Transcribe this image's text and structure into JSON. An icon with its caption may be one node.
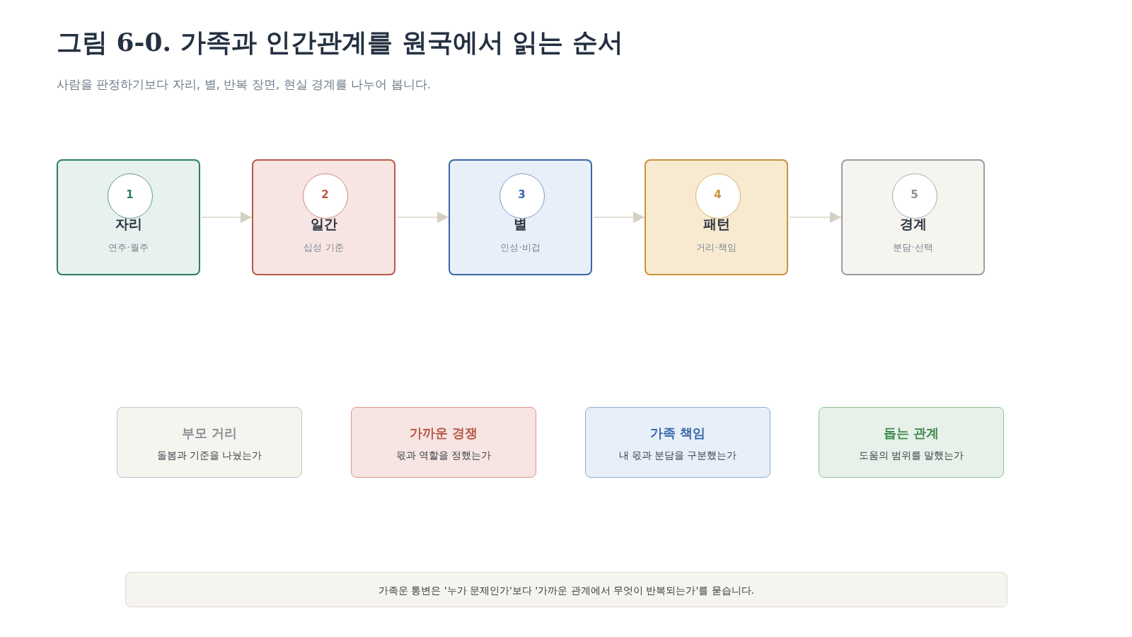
{
  "diagram": {
    "title": "그림 6-0. 가족과 인간관계를 원국에서 읽는 순서",
    "caption": "사람을 판정하기보다 자리, 별, 반복 장면, 현실 경계를 나누어 봅니다.",
    "nodes": [
      {
        "text": [
          "자리",
          "연주·월주"
        ]
      },
      {
        "text": [
          "1"
        ],
        "in": 0
      },
      {
        "text": [
          "일간",
          "십성 기준"
        ]
      },
      {
        "text": [
          "2"
        ],
        "in": 2
      },
      {
        "text": [
          "별",
          "인성·비겁"
        ]
      },
      {
        "text": [
          "3"
        ],
        "in": 4
      },
      {
        "text": [
          "패턴",
          "거리·책임"
        ]
      },
      {
        "text": [
          "4"
        ],
        "in": 6
      },
      {
        "text": [
          "경계",
          "분담·선택"
        ]
      },
      {
        "text": [
          "5"
        ],
        "in": 8
      },
      {
        "text": [
          "부모 거리",
          "돌봄과 기준을 나눴는가"
        ]
      },
      {
        "text": [
          "가까운 경쟁",
          "몫과 역할을 정했는가"
        ]
      },
      {
        "text": [
          "가족 책임",
          "내 몫과 분담을 구분했는가"
        ]
      },
      {
        "text": [
          "돕는 관계",
          "도움의 범위를 말했는가"
        ]
      },
      {
        "text": [
          "가족운 통변은 '누가 문제인가'보다 '가까운 관계에서 무엇이 반복되는가'를 묻습니다."
        ]
      }
    ],
    "edges": [
      {
        "from": 0,
        "to": 2,
        "arrow": "to"
      },
      {
        "from": 2,
        "to": 4,
        "arrow": "to"
      },
      {
        "from": 4,
        "to": 6,
        "arrow": "to"
      },
      {
        "from": 6,
        "to": 8,
        "arrow": "to"
      }
    ]
  }
}
